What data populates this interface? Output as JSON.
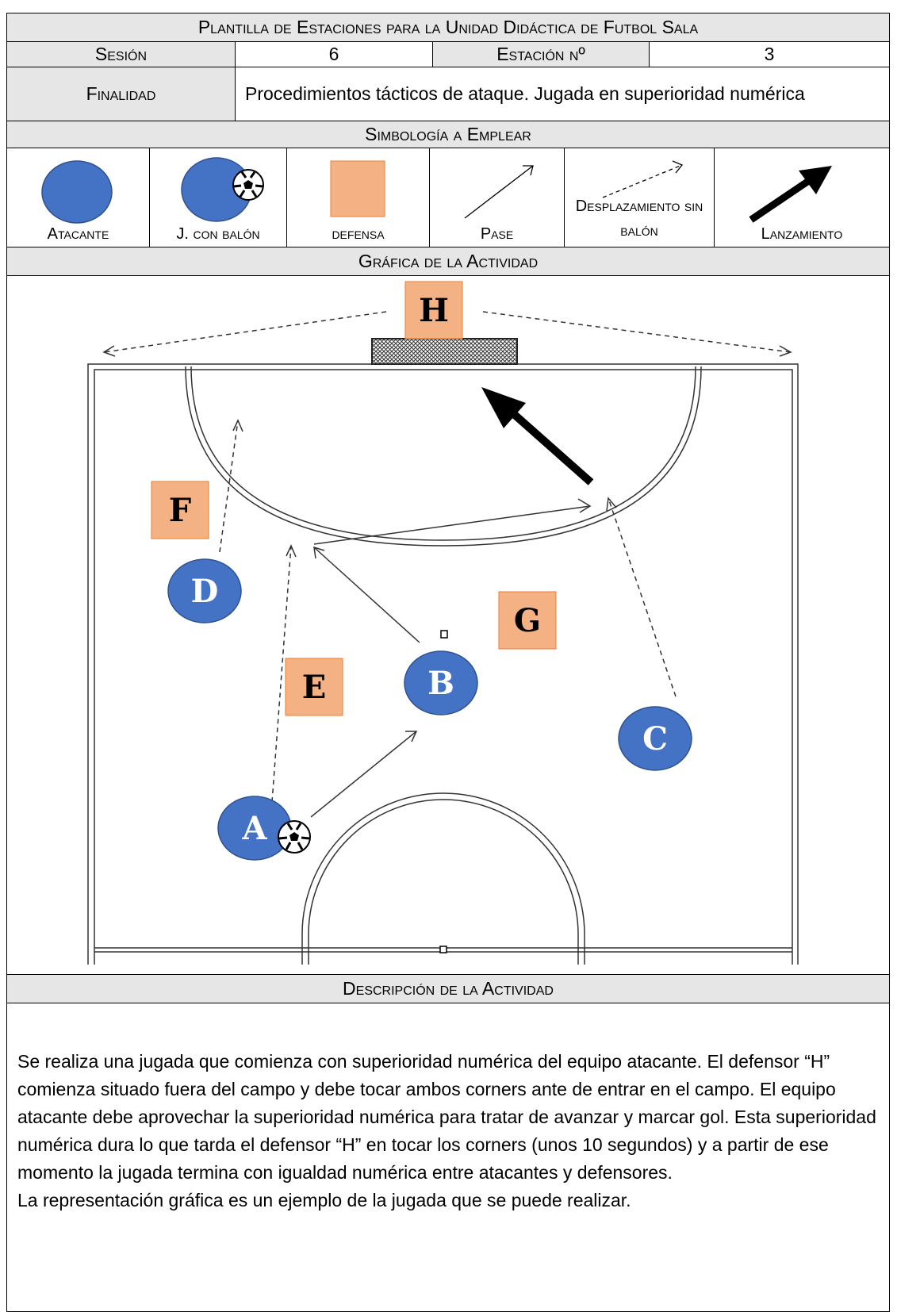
{
  "template_title": "Plantilla de Estaciones para la Unidad Didáctica de Futbol Sala",
  "session": {
    "label": "Sesión",
    "value": "6"
  },
  "station": {
    "label": "Estación nº",
    "value": "3"
  },
  "purpose": {
    "label": "Finalidad",
    "value": "Procedimientos tácticos de ataque. Jugada en superioridad numérica"
  },
  "symbology": {
    "heading": "Simbología a Emplear",
    "items": [
      {
        "label": "Atacante",
        "icon": "attacker-circle-icon"
      },
      {
        "label": "J. con balón",
        "icon": "player-with-ball-icon"
      },
      {
        "label": "defensa",
        "icon": "defender-square-icon"
      },
      {
        "label": "Pase",
        "icon": "pass-arrow-icon"
      },
      {
        "label": "Desplazamiento sin balón",
        "icon": "run-without-ball-arrow-icon"
      },
      {
        "label": "Lanzamiento",
        "icon": "shot-arrow-icon"
      }
    ]
  },
  "activity_graphic": {
    "heading": "Gráfica de la Actividad",
    "attackers": [
      "A",
      "B",
      "C",
      "D"
    ],
    "defenders": [
      "E",
      "F",
      "G",
      "H"
    ]
  },
  "description": {
    "heading": "Descripción de la Actividad",
    "paragraphs": [
      "Se realiza una jugada que comienza con superioridad numérica del equipo atacante. El defensor “H” comienza situado fuera del campo y debe tocar ambos corners ante de entrar en el campo. El equipo atacante debe aprovechar la superioridad numérica para tratar de avanzar y marcar gol. Esta superioridad numérica dura lo que tarda el defensor “H” en tocar los corners (unos 10 segundos) y a partir de ese momento la jugada termina con igualdad numérica entre atacantes y defensores.",
      "La representación gráfica es un ejemplo de la jugada que se puede realizar."
    ]
  },
  "colors": {
    "attacker": "#4472c4",
    "defender": "#f4b183",
    "header_gray": "#e6e6e6"
  }
}
